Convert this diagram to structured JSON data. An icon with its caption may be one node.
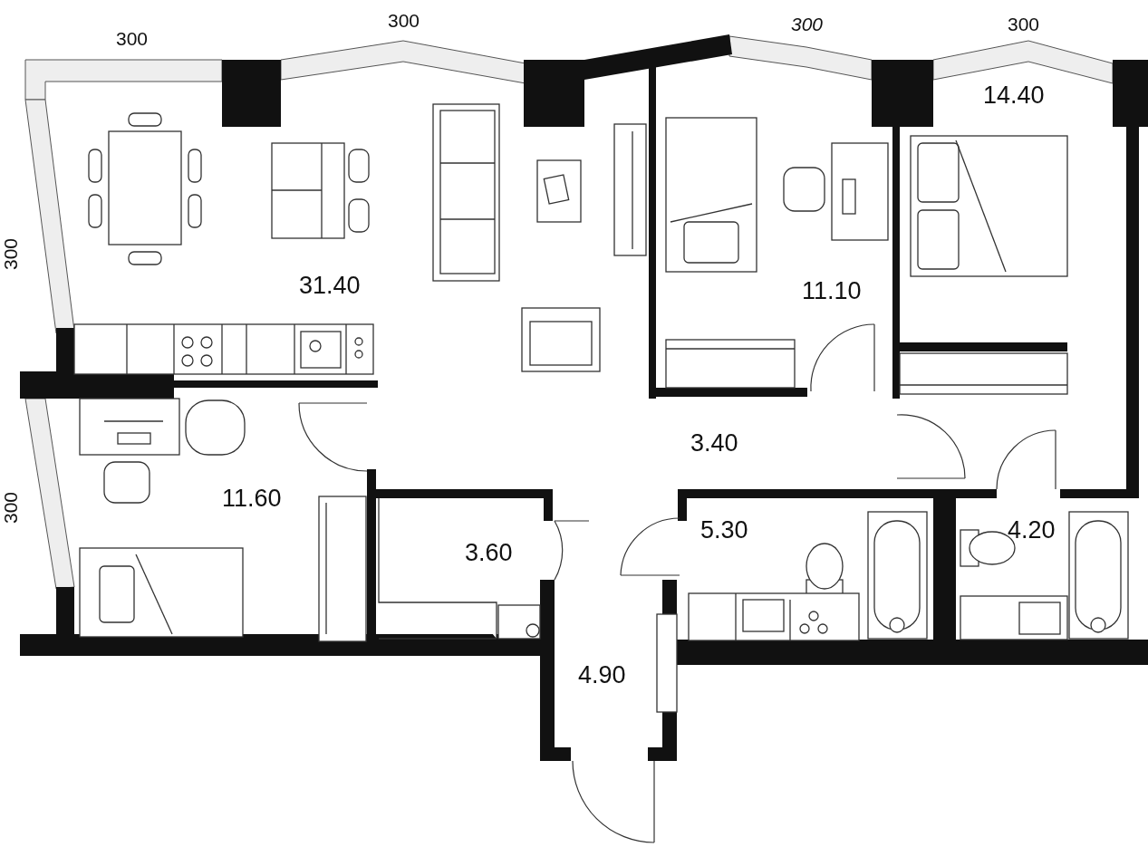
{
  "diagram": {
    "labels": [
      "300",
      "300",
      "300",
      "300",
      "14.40",
      "300",
      "31.40",
      "11.10",
      "3.40",
      "11.60",
      "300",
      "3.60",
      "5.30",
      "4.20",
      "4.90"
    ]
  }
}
